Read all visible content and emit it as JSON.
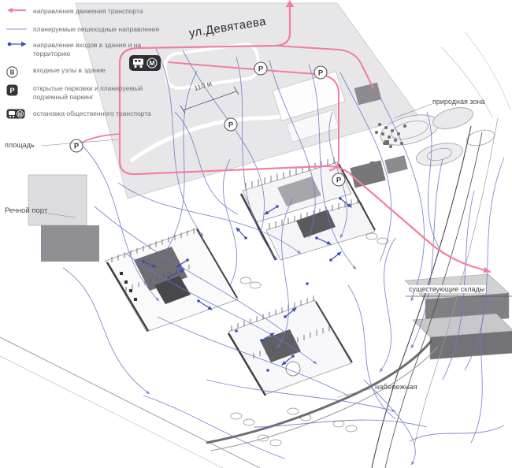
{
  "legend": {
    "items": [
      {
        "icon": "transport-direction-arrow-icon",
        "label": "направления движения транспорта"
      },
      {
        "icon": "pedestrian-direction-line-icon",
        "label": "планируемые пешеходные направления"
      },
      {
        "icon": "entrance-direction-arrow-icon",
        "label": "направление входов в здание и на территорию"
      },
      {
        "icon": "entrance-node-icon",
        "glyph": "В",
        "label": "входные узлы в здание"
      },
      {
        "icon": "parking-icon",
        "glyph": "P",
        "label": "открытые парковки и планируемый подземный паркинг"
      },
      {
        "icon": "transit-stop-icon",
        "glyph": "М",
        "label": "остановка общественного транспорта"
      }
    ]
  },
  "map": {
    "street_label": "ул.Девятаева",
    "dimension_label": "110 м",
    "area_labels": {
      "square": "площадь",
      "river_port": "Речной порт",
      "nature_zone": "природная зона",
      "warehouses": "существующие склады",
      "embankment": "набережная"
    },
    "markers": {
      "parking_letter": "P",
      "metro_letter": "М"
    }
  },
  "colors": {
    "transport_route": "#f27ea0",
    "pedestrian_path": "#6a77c4",
    "entrance_arrow": "#3b4cb8",
    "road_fill": "#e7e7ea",
    "dark_building": "#808084",
    "badge_dark": "#2f2f34"
  }
}
